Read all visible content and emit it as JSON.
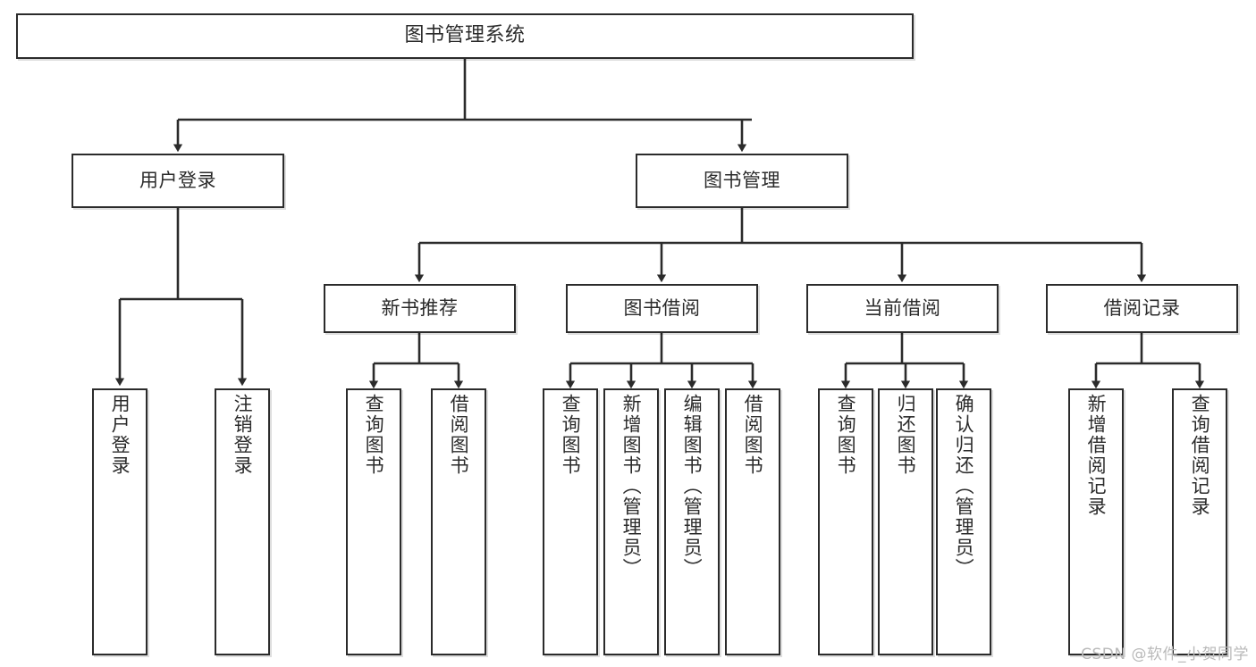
{
  "diagram": {
    "title": "图书管理系统",
    "watermark": "CSDN @软件_小贺同学",
    "root": {
      "label": "图书管理系统"
    },
    "level2": [
      {
        "label": "用户登录"
      },
      {
        "label": "图书管理"
      }
    ],
    "level3": [
      {
        "label": "新书推荐"
      },
      {
        "label": "图书借阅"
      },
      {
        "label": "当前借阅"
      },
      {
        "label": "借阅记录"
      }
    ],
    "leaves": {
      "user_login": [
        {
          "label": "用户登录"
        },
        {
          "label": "注销登录"
        }
      ],
      "new_book_recommend": [
        {
          "label": "查询图书"
        },
        {
          "label": "借阅图书"
        }
      ],
      "book_borrow": [
        {
          "label": "查询图书"
        },
        {
          "label": "新增图书（管理员）"
        },
        {
          "label": "编辑图书（管理员）"
        },
        {
          "label": "借阅图书"
        }
      ],
      "current_borrow": [
        {
          "label": "查询图书"
        },
        {
          "label": "归还图书"
        },
        {
          "label": "确认归还（管理员）"
        }
      ],
      "borrow_record": [
        {
          "label": "新增借阅记录"
        },
        {
          "label": "查询借阅记录"
        }
      ]
    },
    "colors": {
      "border": "#2b2b2b",
      "background": "#ffffff",
      "text": "#2b2b2b",
      "watermark": "#b9b9b9"
    }
  }
}
